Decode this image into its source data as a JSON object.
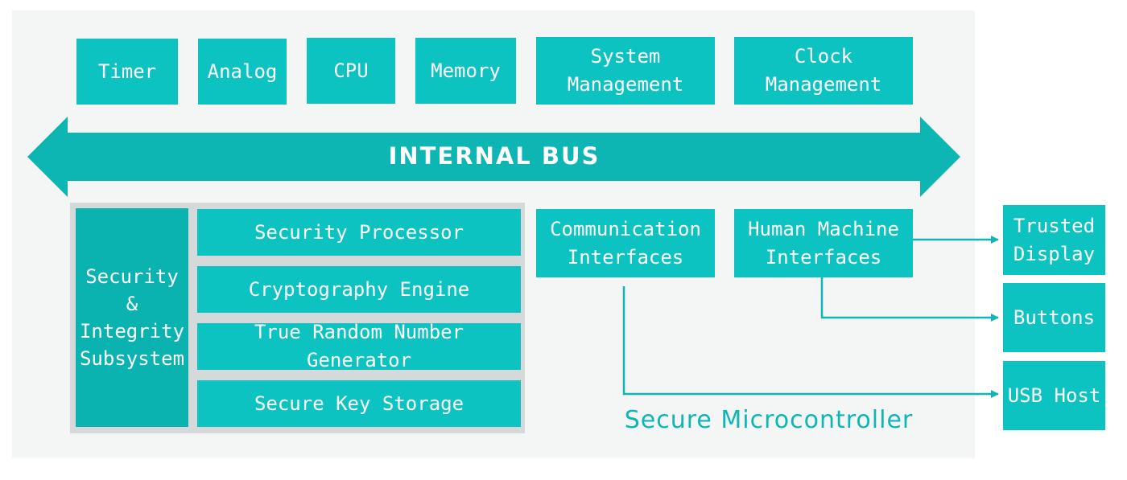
{
  "colors": {
    "block": "#0cc3c1",
    "block_dark": "#0ab2b0",
    "bus": "#0db5b3",
    "panel": "#f4f6f6",
    "subsystem_bg": "#d6d9d9",
    "label": "#0cb7b5"
  },
  "top_blocks": {
    "timer": "Timer",
    "analog": "Analog",
    "cpu": "CPU",
    "memory": "Memory",
    "system_management": "System\nManagement",
    "clock_management": "Clock\nManagement"
  },
  "bus": {
    "label": "INTERNAL BUS"
  },
  "subsystem": {
    "title": "Security &\nIntegrity\nSubsystem",
    "items": [
      "Security Processor",
      "Cryptography Engine",
      "True Random Number Generator",
      "Secure Key Storage"
    ]
  },
  "interfaces": {
    "communication": "Communication\nInterfaces",
    "human_machine": "Human Machine\nInterfaces"
  },
  "external": {
    "trusted_display": "Trusted\nDisplay",
    "buttons": "Buttons",
    "usb_host": "USB Host"
  },
  "chip_label": "Secure Microcontroller"
}
